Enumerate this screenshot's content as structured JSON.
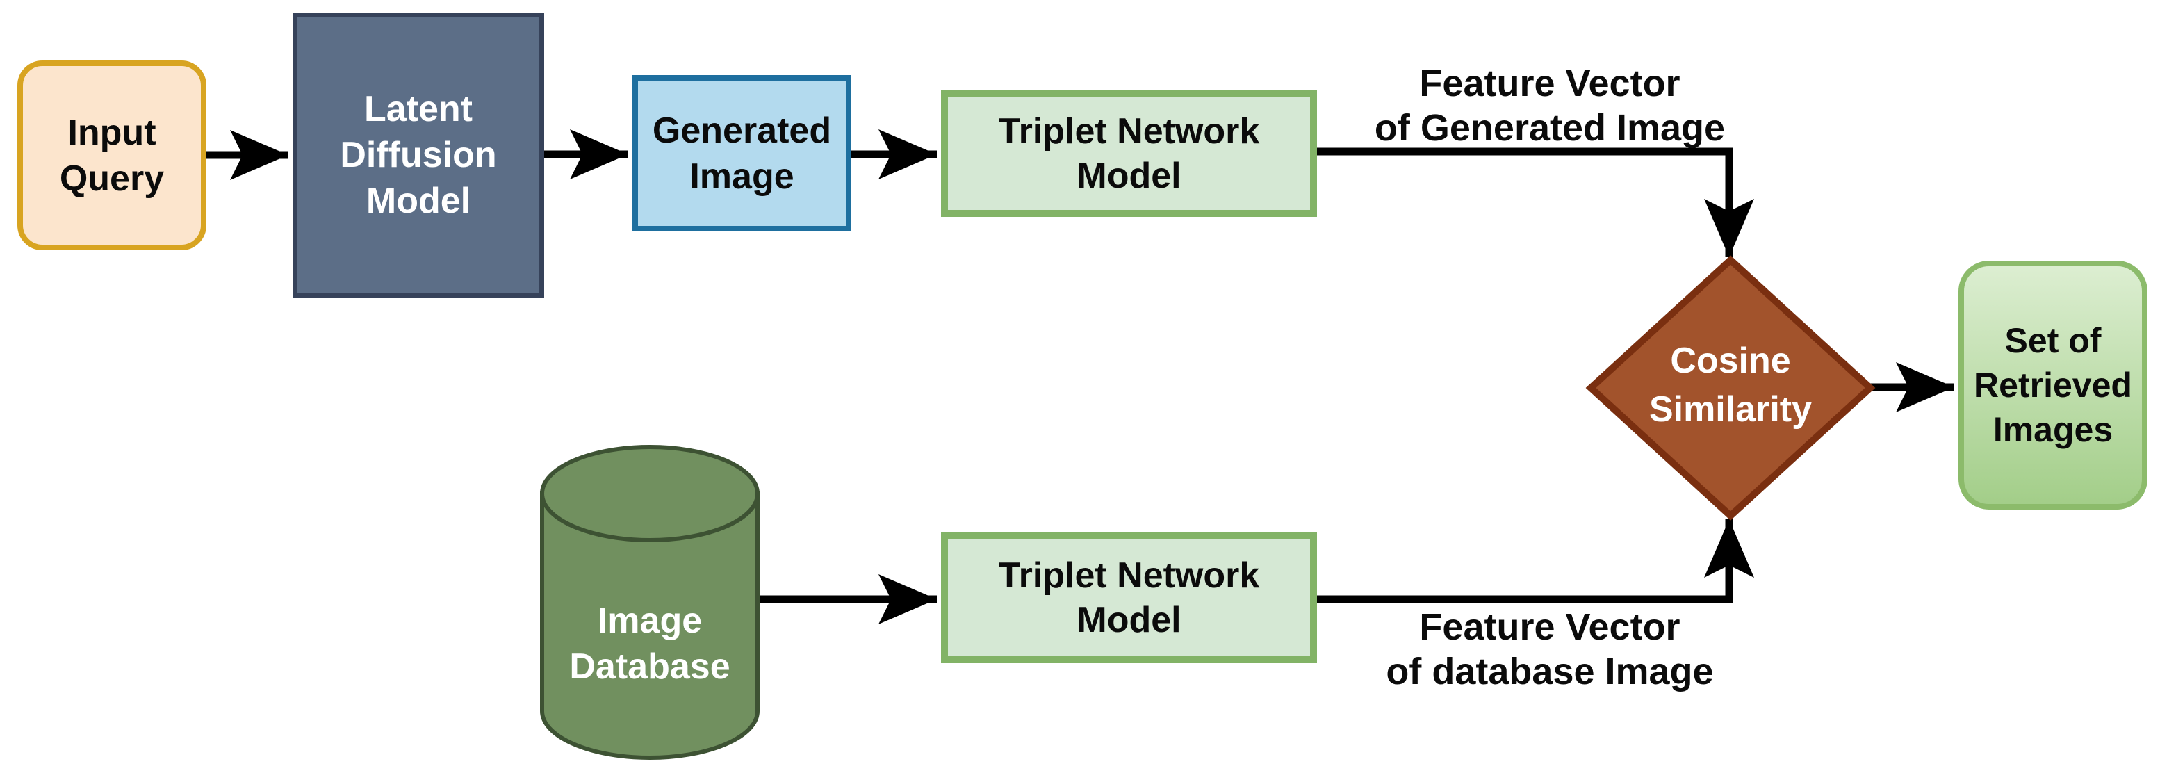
{
  "diagram": {
    "background": "#ffffff",
    "connector_color": "#000000",
    "nodes": {
      "input_query": {
        "label": "Input\nQuery",
        "shape": "rounded-rectangle",
        "fill": "#FCE5CD",
        "border": "#D8A421",
        "text_color": "#0b0b0b"
      },
      "latent_diffusion": {
        "label": "Latent\nDiffusion\nModel",
        "shape": "rectangle",
        "fill": "#5C6E87",
        "border": "#36425A",
        "text_color": "#FFFFFF"
      },
      "generated_image": {
        "label": "Generated\nImage",
        "shape": "rectangle",
        "fill": "#B3DAEE",
        "border": "#1E6F9F",
        "text_color": "#0b0b0b"
      },
      "triplet_top": {
        "label": "Triplet Network\nModel",
        "shape": "rectangle",
        "fill": "#D5E8D4",
        "border": "#82B366",
        "text_color": "#0b0b0b"
      },
      "triplet_bottom": {
        "label": "Triplet Network\nModel",
        "shape": "rectangle",
        "fill": "#D5E8D4",
        "border": "#82B366",
        "text_color": "#0b0b0b"
      },
      "cosine_similarity": {
        "label": "Cosine\nSimilarity",
        "shape": "diamond",
        "fill": "#A2532C",
        "border": "#7A2F10",
        "text_color": "#FFFFFF"
      },
      "set_retrieved": {
        "label": "Set of\nRetrieved\nImages",
        "shape": "rounded-rectangle",
        "fill_top": "#DCEED1",
        "fill_bottom": "#A3CE89",
        "border": "#8CBB6B",
        "text_color": "#0b0b0b"
      },
      "image_database": {
        "label": "Image\nDatabase",
        "shape": "cylinder",
        "fill": "#71905F",
        "border": "#3D5233",
        "text_color": "#FFFFFF"
      }
    },
    "edge_labels": {
      "generated": "Feature Vector\nof Generated Image",
      "database": "Feature Vector\nof database Image"
    }
  }
}
